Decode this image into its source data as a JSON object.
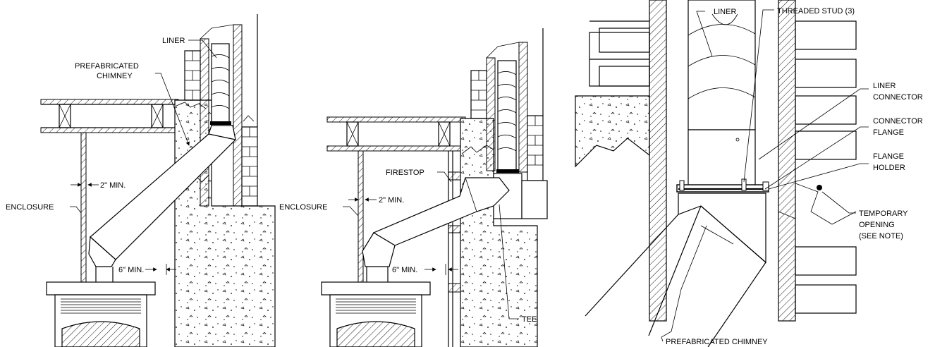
{
  "labels": {
    "fig1": {
      "liner": "LINER",
      "prefab_line1": "PREFABRICATED",
      "prefab_line2": "CHIMNEY",
      "enclosure": "ENCLOSURE",
      "clearance_side": "2\" MIN.",
      "clearance_bottom": "6\" MIN."
    },
    "fig2": {
      "firestop": "FIRESTOP",
      "enclosure": "ENCLOSURE",
      "clearance_side": "2\" MIN.",
      "clearance_bottom": "6\" MIN.",
      "tee": "TEE"
    },
    "fig3": {
      "liner": "LINER",
      "threaded_stud": "THREADED STUD (3)",
      "liner_connector_line1": "LINER",
      "liner_connector_line2": "CONNECTOR",
      "connector_flange_line1": "CONNECTOR",
      "connector_flange_line2": "FLANGE",
      "flange_holder_line1": "FLANGE",
      "flange_holder_line2": "HOLDER",
      "temp_opening_line1": "TEMPORARY",
      "temp_opening_line2": "OPENING",
      "temp_opening_line3": "(SEE NOTE)",
      "prefab": "PREFABRICATED CHIMNEY"
    }
  }
}
